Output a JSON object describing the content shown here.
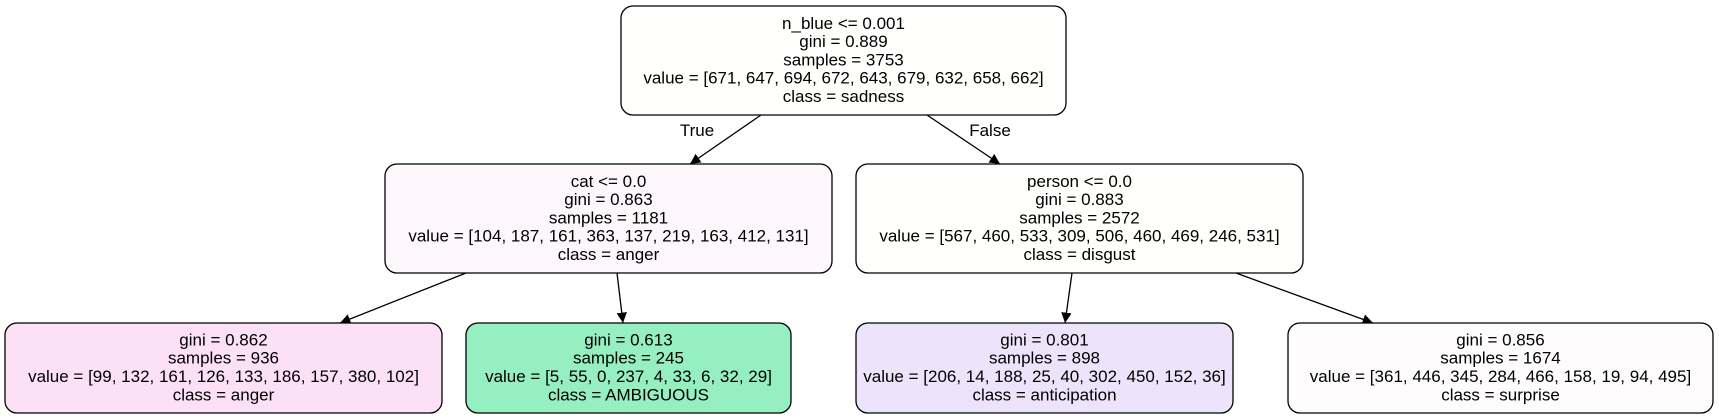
{
  "tree": {
    "nodes": [
      {
        "id": "root",
        "lines": [
          "n_blue <= 0.001",
          "gini = 0.889",
          "samples = 3753",
          "value = [671, 647, 694, 672, 643, 679, 632, 658, 662]",
          "class = sadness"
        ],
        "fill": "#fffffe"
      },
      {
        "id": "left",
        "lines": [
          "cat <= 0.0",
          "gini = 0.863",
          "samples = 1181",
          "value = [104, 187, 161, 363, 137, 219, 163, 412, 131]",
          "class = anger"
        ],
        "fill": "#fef7fc"
      },
      {
        "id": "right",
        "lines": [
          "person <= 0.0",
          "gini = 0.883",
          "samples = 2572",
          "value = [567, 460, 533, 309, 506, 460, 469, 246, 531]",
          "class = disgust"
        ],
        "fill": "#fffffd"
      },
      {
        "id": "ll",
        "lines": [
          "gini = 0.862",
          "samples = 936",
          "value = [99, 132, 161, 126, 133, 186, 157, 380, 102]",
          "class = anger"
        ],
        "fill": "#fbe0f6"
      },
      {
        "id": "lr",
        "lines": [
          "gini = 0.613",
          "samples = 245",
          "value = [5, 55, 0, 237, 4, 33, 6, 32, 29]",
          "class = AMBIGUOUS"
        ],
        "fill": "#96efc1"
      },
      {
        "id": "rl",
        "lines": [
          "gini = 0.801",
          "samples = 898",
          "value = [206, 14, 188, 25, 40, 302, 450, 152, 36]",
          "class = anticipation"
        ],
        "fill": "#ede4fb"
      },
      {
        "id": "rr",
        "lines": [
          "gini = 0.856",
          "samples = 1674",
          "value = [361, 446, 345, 284, 466, 158, 19, 94, 495]",
          "class = surprise"
        ],
        "fill": "#fefcfd"
      }
    ],
    "edges": [
      {
        "from": "root",
        "to": "left",
        "label": "True"
      },
      {
        "from": "root",
        "to": "right",
        "label": "False"
      },
      {
        "from": "left",
        "to": "ll",
        "label": ""
      },
      {
        "from": "left",
        "to": "lr",
        "label": ""
      },
      {
        "from": "right",
        "to": "rl",
        "label": ""
      },
      {
        "from": "right",
        "to": "rr",
        "label": ""
      }
    ]
  }
}
